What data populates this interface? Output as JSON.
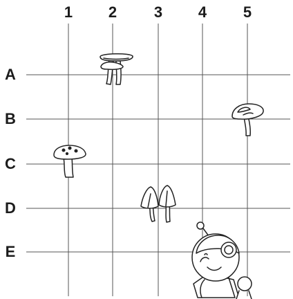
{
  "columns": [
    "1",
    "2",
    "3",
    "4",
    "5"
  ],
  "rows": [
    "A",
    "B",
    "C",
    "D",
    "E"
  ],
  "items": [
    {
      "name": "mushroom-cluster-icon",
      "cell": "A2"
    },
    {
      "name": "flat-cap-mushroom-icon",
      "cell": "B5"
    },
    {
      "name": "spotted-mushroom-icon",
      "cell": "C1"
    },
    {
      "name": "twin-mushrooms-icon",
      "cell": "D3"
    },
    {
      "name": "robot-icon",
      "cell": "E4"
    }
  ]
}
